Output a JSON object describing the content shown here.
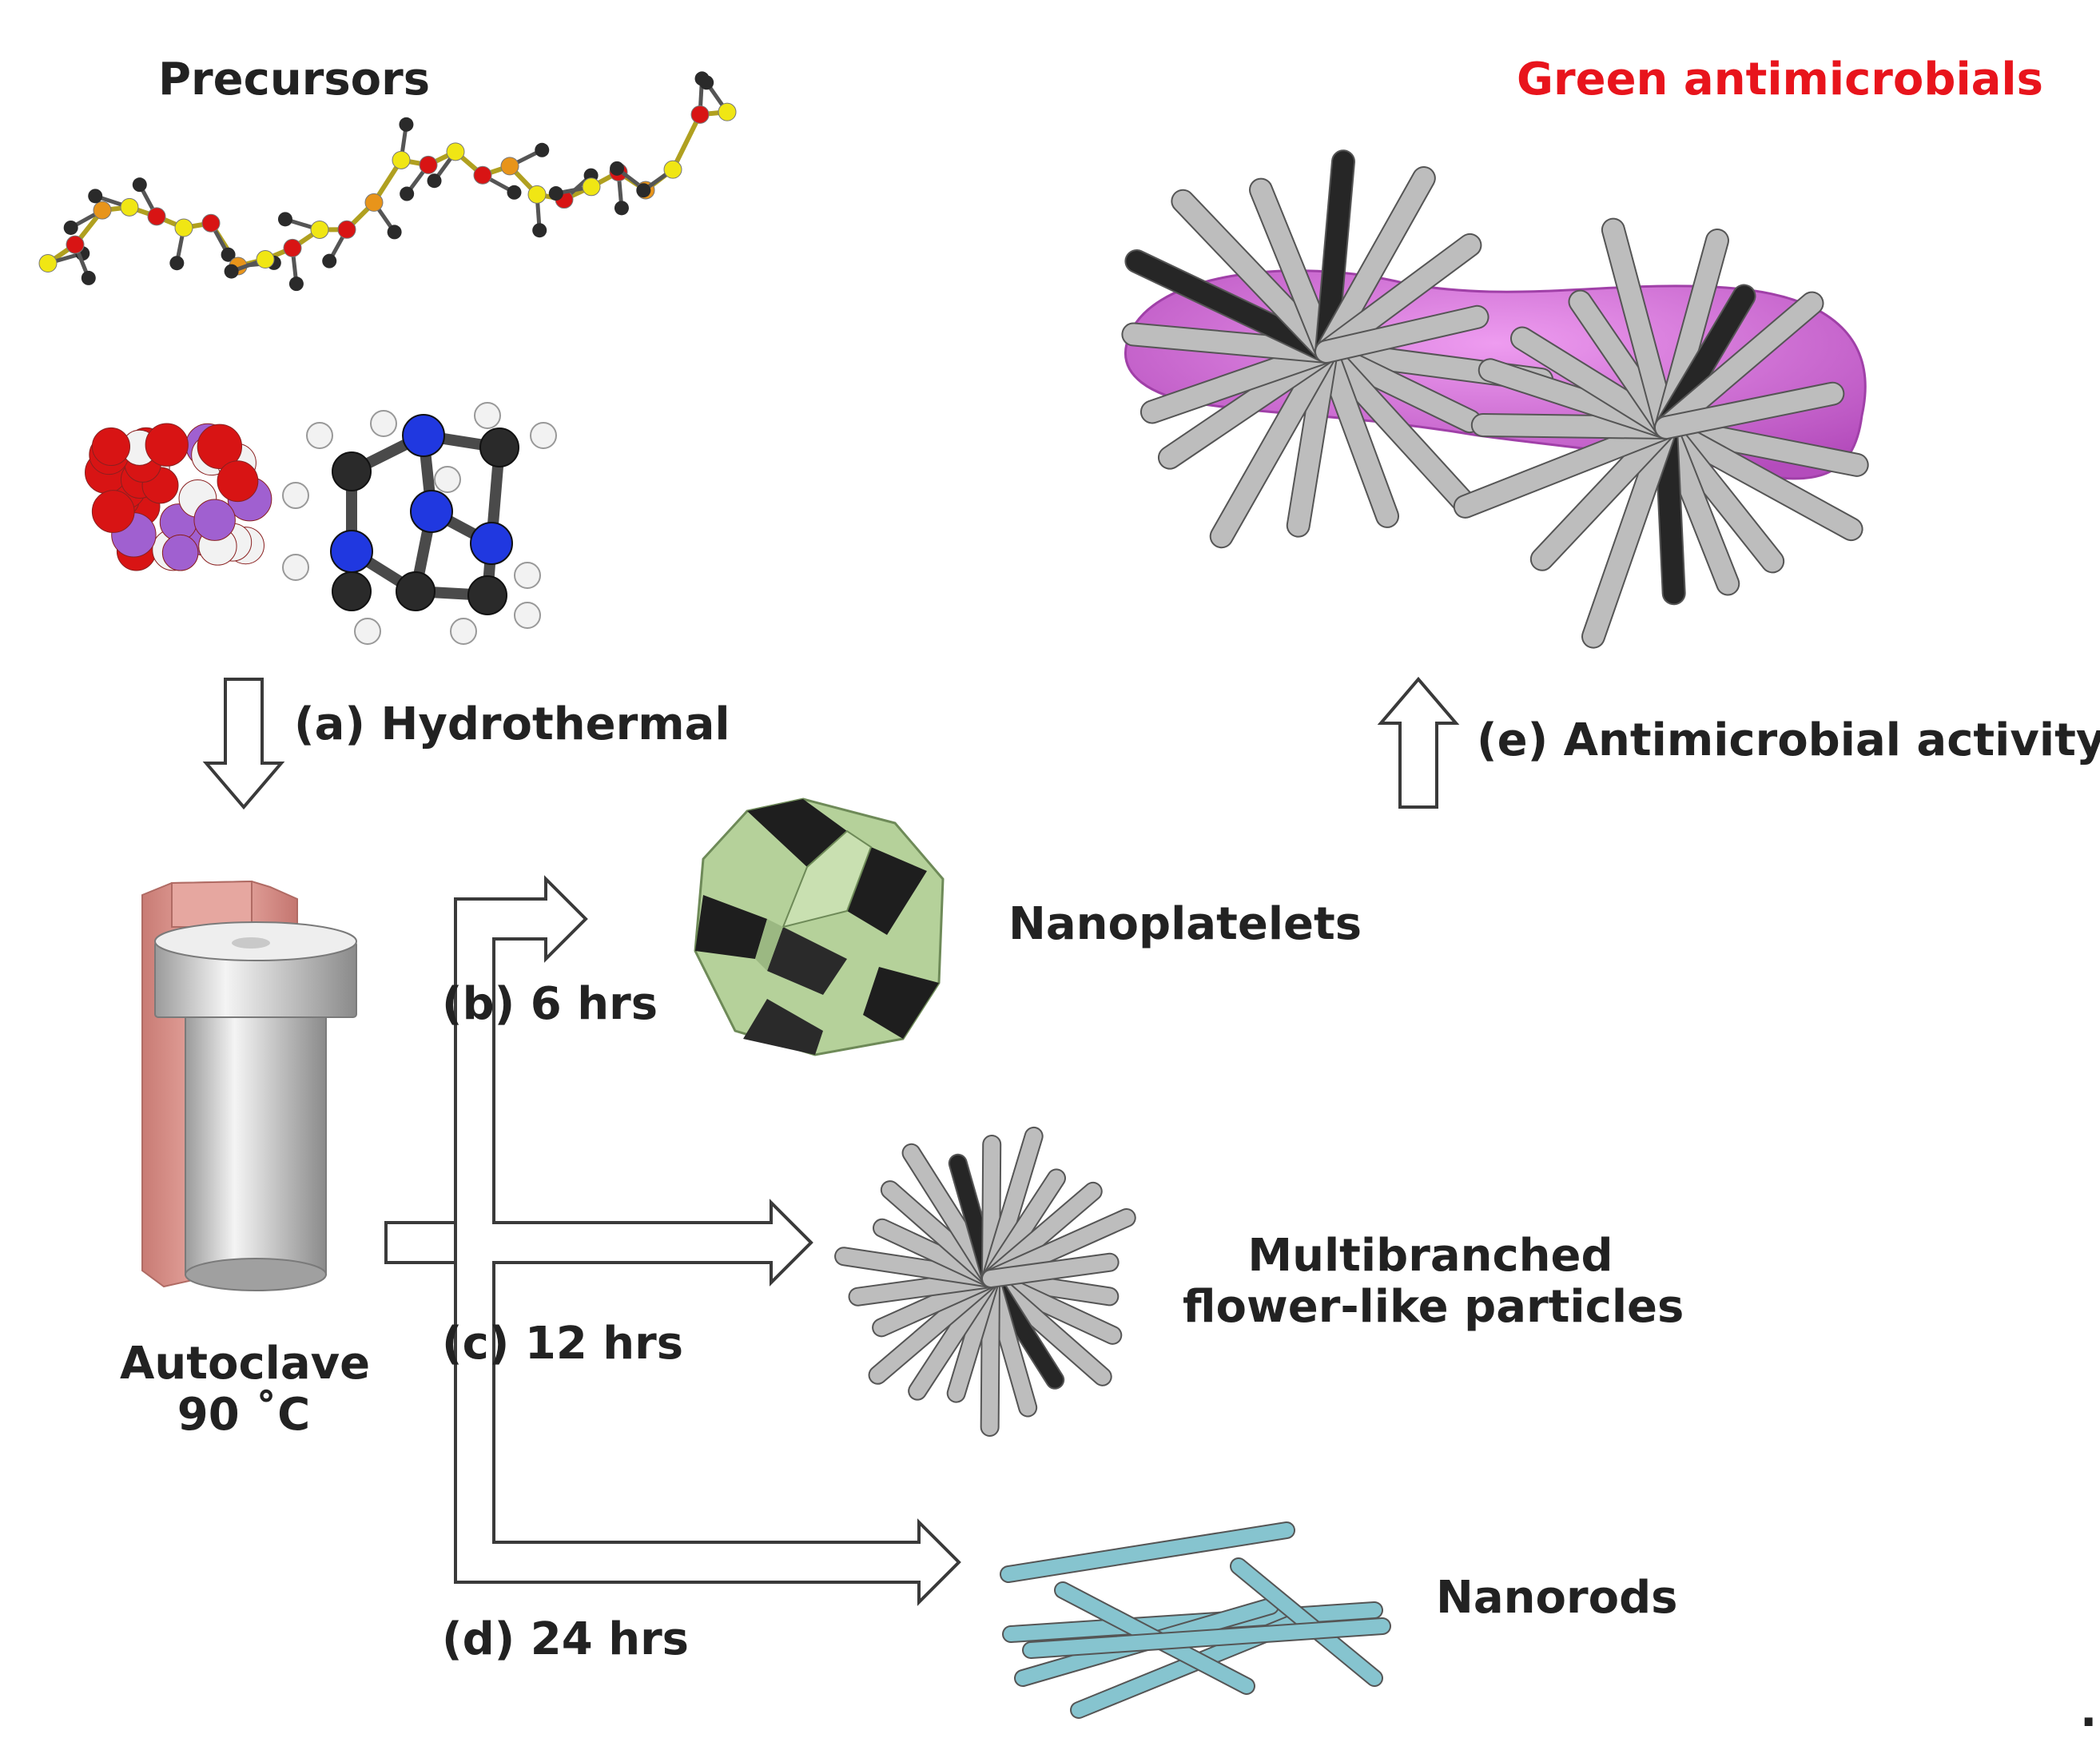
{
  "labels": {
    "precursors": "Precursors",
    "green_antimicrobials": "Green antimicrobials",
    "step_a": "(a) Hydrothermal",
    "step_e": "(e) Antimicrobial activity",
    "step_b": "(b) 6 hrs",
    "step_c": "(c) 12 hrs",
    "step_d": "(d) 24 hrs",
    "autoclave_line1": "Autoclave",
    "autoclave_line2": "90 ˚C",
    "nanoplatelets": "Nanoplatelets",
    "multibranched_line1": "Multibranched",
    "multibranched_line2": "flower-like particles",
    "nanorods": "Nanorods",
    "trailing_mark": "."
  },
  "colors": {
    "text": "#222222",
    "accent_red": "#e8141c",
    "arrow_stroke": "#3a3a3a",
    "autoclave_body": "#e09b94",
    "autoclave_cylinder": "#d8d8d8",
    "nanoplatelet": "#b5d19a",
    "rod_grey": "#bdbdbd",
    "rod_dark": "#262626",
    "pathogen": "#cf6ad6",
    "nanorod": "#86c4cf",
    "atom_yellow": "#f0e614",
    "atom_red": "#d81414",
    "atom_black": "#2a2a2a",
    "atom_orange": "#e8941a",
    "atom_blue": "#2038e0",
    "atom_white": "#f2f2f2",
    "atom_purple": "#a060d0"
  }
}
